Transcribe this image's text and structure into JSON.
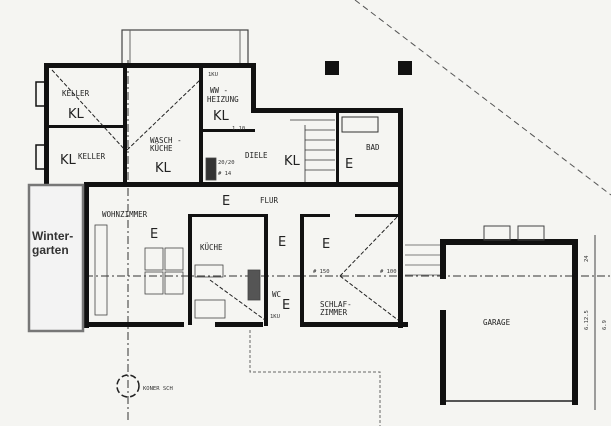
{
  "rooms": {
    "keller1": {
      "name": "KELLER",
      "code": "KL"
    },
    "keller2": {
      "name": "KELLER",
      "code": "KL"
    },
    "waschkueche": {
      "name1": "WASCH -",
      "name2": "KÜCHE",
      "code": "KL"
    },
    "heizung": {
      "name1": "WW -",
      "name2": "HEIZUNG",
      "code": "KL",
      "dim": "1.10"
    },
    "diele": {
      "name": "DIELE",
      "code": "KL",
      "dim1": "20/20",
      "dim2": "# 14"
    },
    "bad": {
      "name": "BAD",
      "code": "E"
    },
    "flur": {
      "name": "FLUR",
      "code": "E"
    },
    "wohnzimmer": {
      "name": "WOHNZIMMER",
      "code": "E"
    },
    "kueche": {
      "name": "KÜCHE"
    },
    "hall": {
      "code": "E"
    },
    "wc": {
      "name": "WC",
      "code": "E",
      "dim": "1KU"
    },
    "schlafzimmer": {
      "name1": "SCHLAF-",
      "name2": "ZIMMER",
      "code": "E"
    },
    "garage": {
      "name": "GARAGE"
    },
    "wintergarten": {
      "name1": "Winter-",
      "name2": "garten"
    }
  },
  "annotations": {
    "kn": "KONER SCH",
    "dim_side": "6.12.5",
    "dim_side2": "6.9",
    "dim_top": "24",
    "d150": "# 150",
    "d100": "# 100",
    "ikd": "1KU"
  },
  "colors": {
    "wall": "#111111",
    "paper": "#f5f5f2",
    "wintergarten_border": "#777777"
  }
}
